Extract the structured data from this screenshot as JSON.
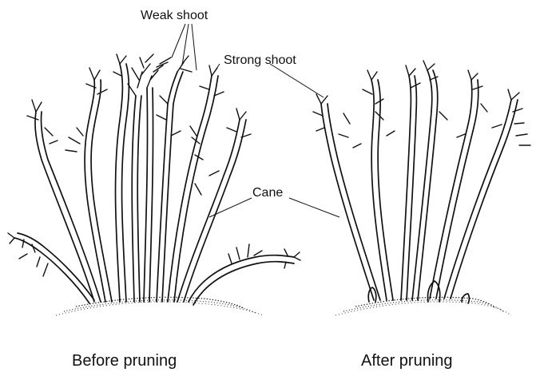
{
  "labels": {
    "weak_shoot": "Weak shoot",
    "strong_shoot": "Strong shoot",
    "cane": "Cane"
  },
  "captions": {
    "before": "Before pruning",
    "after": "After pruning"
  }
}
